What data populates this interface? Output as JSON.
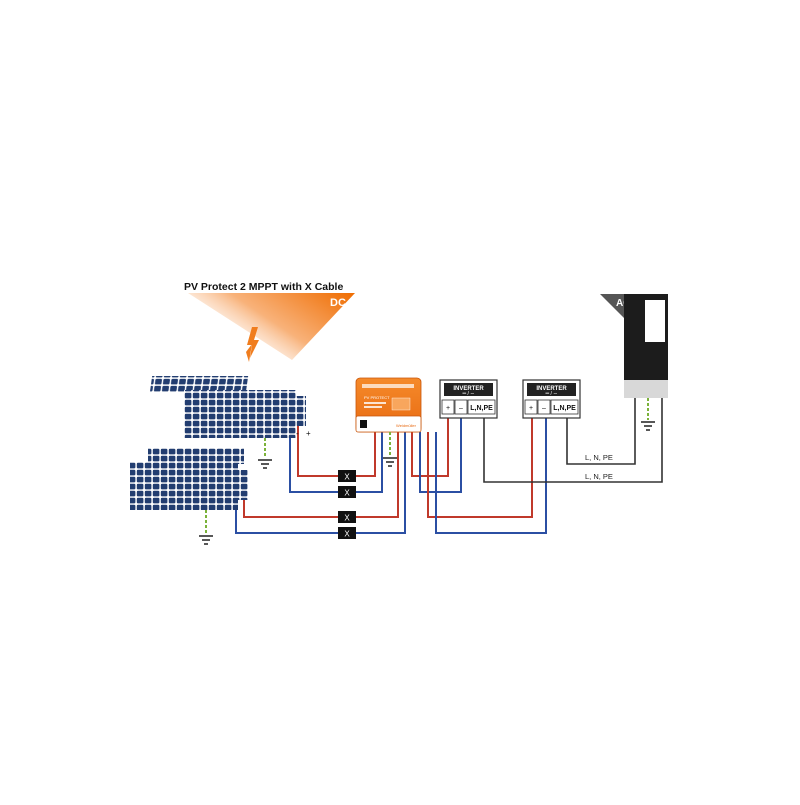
{
  "diagram": {
    "title": "PV Protect 2 MPPT with X Cable",
    "dc_label": "DC",
    "ac_label": "AC",
    "device_label": "PV PROTECT",
    "brand_label": "Weidmüller",
    "polarity_minus": "-",
    "polarity_plus": "+",
    "inverters": [
      {
        "label": "INVERTER",
        "term_plus": "+",
        "term_minus": "–",
        "term_ac": "L,N,PE"
      },
      {
        "label": "INVERTER",
        "term_plus": "+",
        "term_minus": "–",
        "term_ac": "L,N,PE"
      }
    ],
    "cable_labels": [
      "L, N, PE",
      "L, N, PE"
    ],
    "x_connectors": [
      "X",
      "X",
      "X",
      "X"
    ],
    "colors": {
      "orange": "#f07d1e",
      "panel": "#1f3a6a",
      "red_wire": "#c0392b",
      "blue_wire": "#2b4fa3",
      "black_wire": "#333333",
      "ground": "#7bb23a"
    }
  }
}
